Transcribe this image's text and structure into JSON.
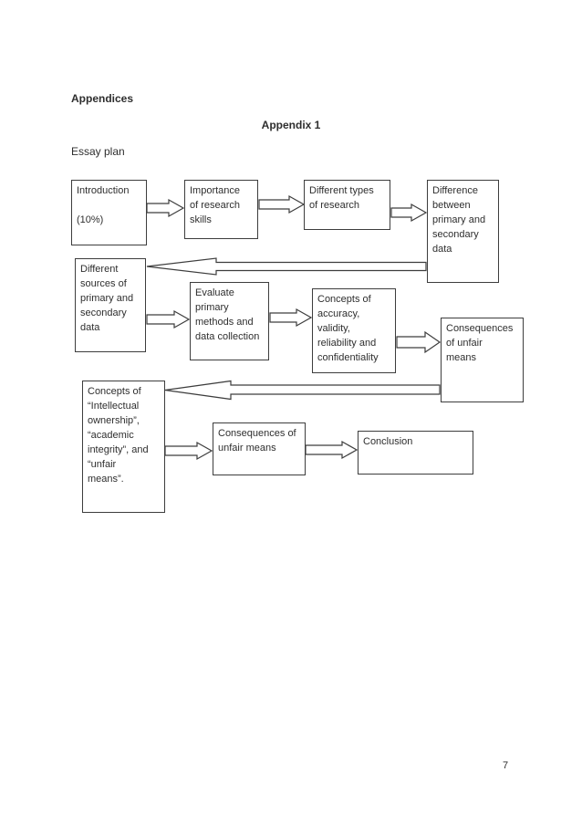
{
  "page": {
    "heading": "Appendices",
    "title": "Appendix 1",
    "caption": "Essay plan",
    "page_number": "7"
  },
  "colors": {
    "ink": "#2e2e2e",
    "line": "#3d3d3d",
    "background": "#ffffff"
  },
  "flowchart": {
    "boxes": [
      {
        "id": "introduction",
        "label": "Introduction\n\n(10%)"
      },
      {
        "id": "importance-of-research-skills",
        "label": "Importance\nof research\nskills"
      },
      {
        "id": "different-types-of-research",
        "label": "Different types\nof research"
      },
      {
        "id": "difference-primary-secondary",
        "label": "Difference\nbetween\nprimary and\nsecondary\ndata"
      },
      {
        "id": "different-sources",
        "label": "Different\nsources of\nprimary and\nsecondary\ndata"
      },
      {
        "id": "evaluate-primary-methods",
        "label": "Evaluate\nprimary\nmethods and\ndata collection"
      },
      {
        "id": "concepts-accuracy",
        "label": "Concepts of\naccuracy,\nvalidity,\nreliability and\nconfidentiality"
      },
      {
        "id": "consequences-unfair-means-1",
        "label": "Consequences\nof unfair\nmeans"
      },
      {
        "id": "concepts-intellectual-ownership",
        "label": "Concepts of\n“Intellectual\nownership”,\n“academic\nintegrity”, and\n“unfair\nmeans”."
      },
      {
        "id": "consequences-unfair-means-2",
        "label": "Consequences of\nunfair means"
      },
      {
        "id": "conclusion",
        "label": "Conclusion"
      }
    ],
    "connections": [
      {
        "from": "introduction",
        "to": "importance-of-research-skills",
        "type": "forward"
      },
      {
        "from": "importance-of-research-skills",
        "to": "different-types-of-research",
        "type": "forward"
      },
      {
        "from": "different-types-of-research",
        "to": "difference-primary-secondary",
        "type": "forward"
      },
      {
        "from": "difference-primary-secondary",
        "to": "different-sources",
        "type": "feedback"
      },
      {
        "from": "different-sources",
        "to": "evaluate-primary-methods",
        "type": "forward"
      },
      {
        "from": "evaluate-primary-methods",
        "to": "concepts-accuracy",
        "type": "forward"
      },
      {
        "from": "concepts-accuracy",
        "to": "consequences-unfair-means-1",
        "type": "forward"
      },
      {
        "from": "consequences-unfair-means-1",
        "to": "concepts-intellectual-ownership",
        "type": "feedback"
      },
      {
        "from": "concepts-intellectual-ownership",
        "to": "consequences-unfair-means-2",
        "type": "forward"
      },
      {
        "from": "consequences-unfair-means-2",
        "to": "conclusion",
        "type": "forward"
      }
    ]
  }
}
